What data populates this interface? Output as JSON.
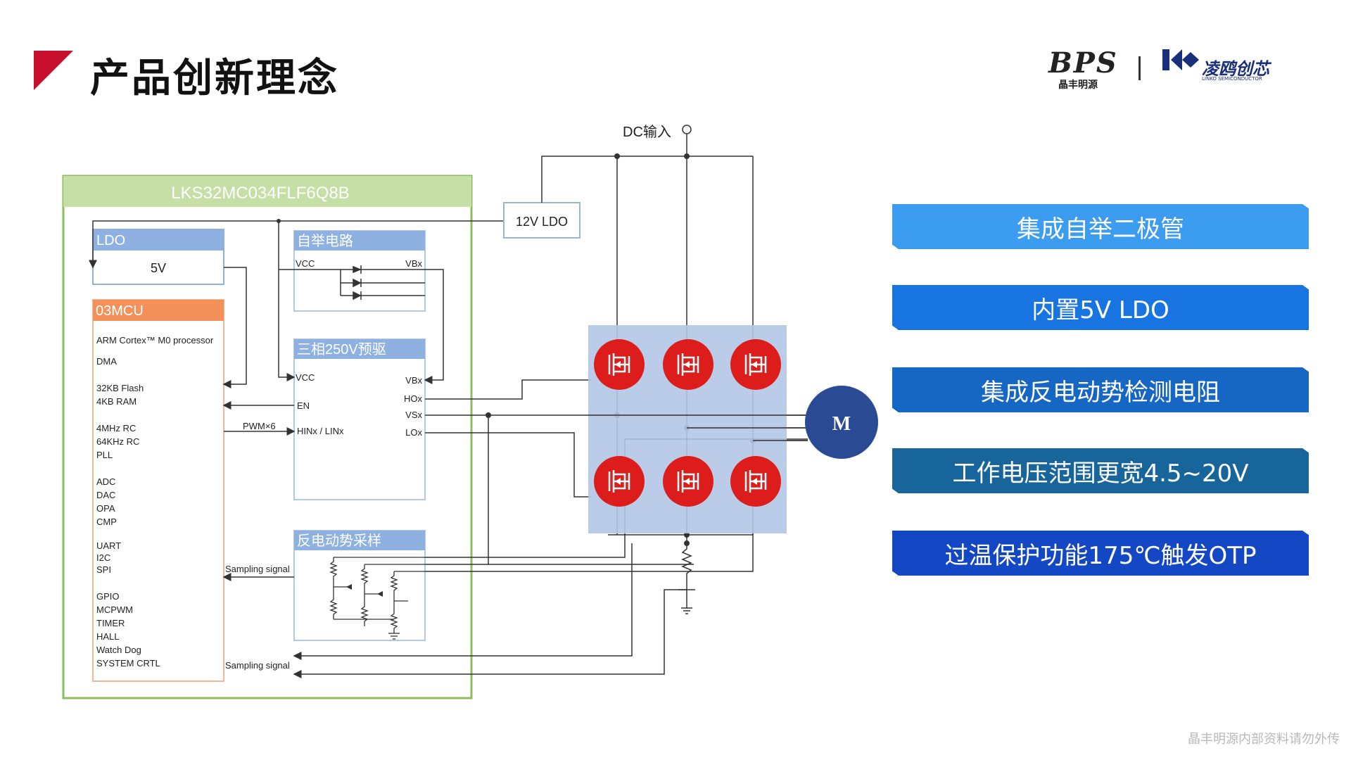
{
  "header": {
    "title": "产品创新理念",
    "accent_color": "#c8102e",
    "logo_bps": "BPS",
    "logo_bps_sub": "晶丰明源",
    "logo_lk_cn": "凌鸥创芯",
    "logo_lk_en": "LINKO SEMICONDUCTOR"
  },
  "diagram": {
    "chip_name": "LKS32MC034FLF6Q8B",
    "dc_input": "DC输入",
    "ldo12": "12V LDO",
    "ldo_block": {
      "title": "LDO",
      "value": "5V"
    },
    "mcu_block": {
      "title": "03MCU",
      "items": [
        "ARM Cortex™ M0 processor",
        "DMA",
        "32KB Flash",
        "4KB RAM",
        "4MHz RC",
        "64KHz RC",
        "PLL",
        "ADC",
        "DAC",
        "OPA",
        "CMP",
        "UART",
        "I2C",
        "SPI",
        "GPIO",
        "MCPWM",
        "TIMER",
        "HALL",
        "Watch Dog",
        "SYSTEM CRTL"
      ]
    },
    "bootstrap_block": {
      "title": "自举电路",
      "vcc": "VCC",
      "vbx": "VBx"
    },
    "predriver_block": {
      "title": "三相250V预驱",
      "vcc": "VCC",
      "en": "EN",
      "hinx": "HINx / LINx",
      "vbx": "VBx",
      "hox": "HOx",
      "vsx": "VSx",
      "lox": "LOx"
    },
    "pwm_label": "PWM×6",
    "bemf_block": {
      "title": "反电动势采样"
    },
    "sampling_signal": "Sampling signal",
    "motor_label": "M",
    "colors": {
      "chip_header": "#c5dfa7",
      "chip_border": "#8bbf5e",
      "block_header": "#8eb1e2",
      "mcu_header": "#f4915a",
      "mosfet": "#dd1c1c",
      "mosfet_bg": "#b4c7e7",
      "motor": "#2a4a94"
    }
  },
  "features": [
    {
      "label": "集成自举二极管",
      "color": "#3c9cf0"
    },
    {
      "label": "内置5V LDO",
      "color": "#1874e0"
    },
    {
      "label": "集成反电动势检测电阻",
      "color": "#1666c4"
    },
    {
      "label": "工作电压范围更宽4.5~20V",
      "color": "#17659a"
    },
    {
      "label": "过温保护功能175℃触发OTP",
      "color": "#1447c4"
    }
  ],
  "footer": {
    "note": "晶丰明源内部资料请勿外传"
  }
}
